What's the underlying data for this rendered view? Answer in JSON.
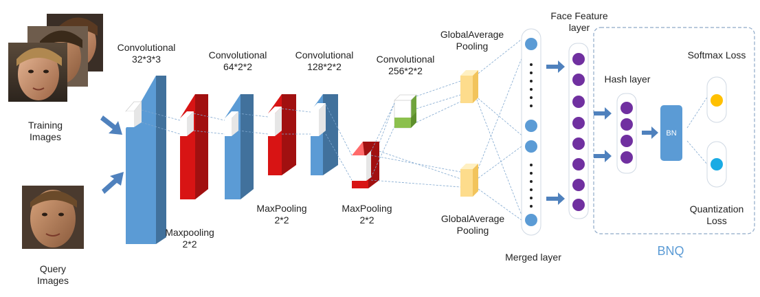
{
  "inputs": {
    "training_line1": "Training",
    "training_line2": "Images",
    "query_line1": "Query",
    "query_line2": "Images"
  },
  "layers": {
    "conv1_name": "Convolutional",
    "conv1_size": "32*3*3",
    "maxpool1_name": "Maxpooling",
    "maxpool1_size": "2*2",
    "conv2_name": "Convolutional",
    "conv2_size": "64*2*2",
    "maxpool2_name": "MaxPooling",
    "maxpool2_size": "2*2",
    "conv3_name": "Convolutional",
    "conv3_size": "128*2*2",
    "maxpool3_name": "MaxPooling",
    "maxpool3_size": "2*2",
    "conv4_name": "Convolutional",
    "conv4_size": "256*2*2",
    "gap_top_line1": "GlobalAverage",
    "gap_top_line2": "Pooling",
    "gap_bottom_line1": "GlobalAverage",
    "gap_bottom_line2": "Pooling",
    "merged": "Merged layer",
    "face_line1": "Face Feature",
    "face_line2": "layer",
    "hash": "Hash layer",
    "bn": "BN",
    "softmax": "Softmax Loss",
    "quant_line1": "Quantization",
    "quant_line2": "Loss",
    "bnq": "BNQ"
  },
  "colors": {
    "conv_blue": "#5b9bd5",
    "pool_red": "#e0201c",
    "conv4_green": "#8cc04e",
    "gap_yellow": "#fddc8c",
    "node_blue": "#5b9bd5",
    "node_purple": "#7030a0",
    "softmax_node": "#ffc000",
    "quant_node": "#1aabe4",
    "arrow": "#4f81bd",
    "bnq_border": "#8ea9c8"
  }
}
